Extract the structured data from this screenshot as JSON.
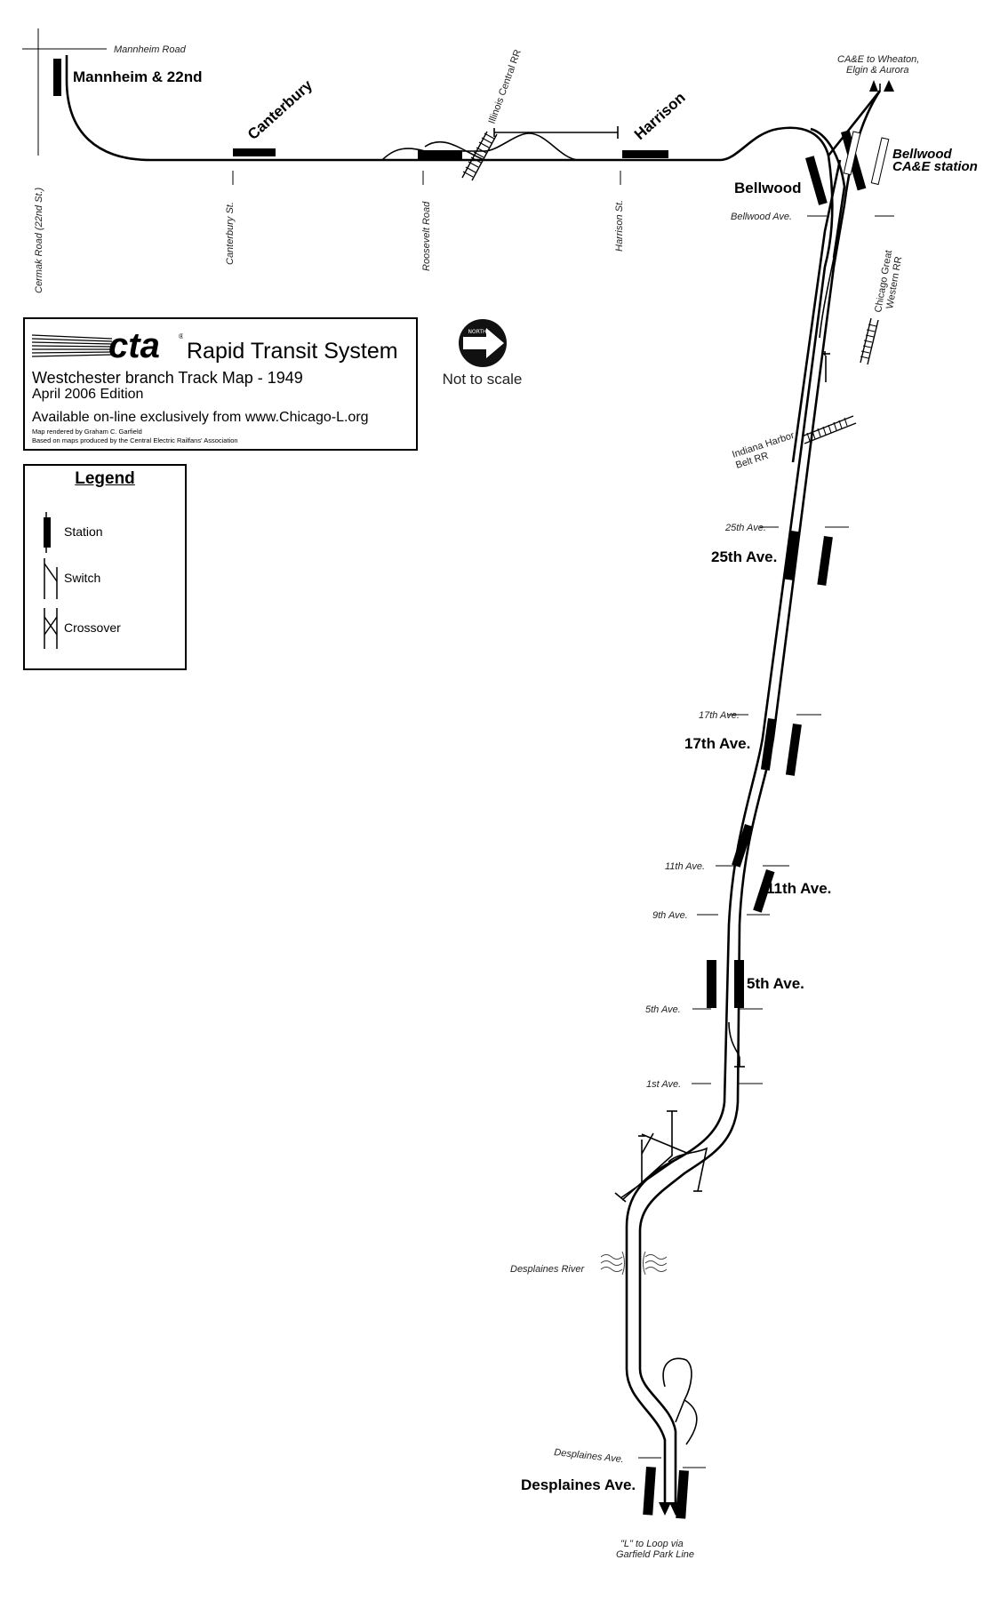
{
  "title_box": {
    "logo_text": "cta",
    "logo_reg": "®",
    "system": "Rapid Transit System",
    "subtitle": "Westchester branch Track Map - 1949",
    "edition": "April 2006 Edition",
    "available": "Available on-line exclusively from www.Chicago-L.org",
    "rendered_by": "Map rendered by Graham C. Garfield",
    "based_on": "Based on maps produced by the Central Electric Railfans' Association"
  },
  "compass": {
    "north_label": "NORTH",
    "scale_note": "Not to scale"
  },
  "legend": {
    "title": "Legend",
    "items": [
      {
        "label": "Station"
      },
      {
        "label": "Switch"
      },
      {
        "label": "Crossover"
      }
    ]
  },
  "stations": {
    "mannheim": "Mannheim & 22nd",
    "canterbury": "Canterbury",
    "harrison": "Harrison",
    "bellwood": "Bellwood",
    "bellwood_cae_1": "Bellwood",
    "bellwood_cae_2": "CA&E station",
    "ave25": "25th Ave.",
    "ave17": "17th Ave.",
    "ave11": "11th Ave.",
    "ave5": "5th Ave.",
    "desplaines": "Desplaines Ave."
  },
  "streets": {
    "mannheim_road": "Mannheim  Road",
    "cermak_road": "Cermak  Road  (22nd  St.)",
    "canterbury_st": "Canterbury  St.",
    "roosevelt_road": "Roosevelt  Road",
    "harrison_st": "Harrison  St.",
    "bellwood_ave": "Bellwood  Ave.",
    "ave25": "25th  Ave.",
    "ave17": "17th  Ave.",
    "ave11": "11th  Ave.",
    "ave9": "9th  Ave.",
    "ave5": "5th  Ave.",
    "ave1": "1st  Ave.",
    "desplaines_river": "Desplaines  River",
    "desplaines_ave": "Desplaines  Ave."
  },
  "railroads": {
    "illinois_central": "Illinois Central RR",
    "cgw_1": "Chicago Great",
    "cgw_2": "Western RR",
    "ihb_1": "Indiana Harbor",
    "ihb_2": "Belt RR"
  },
  "destinations": {
    "cae_1": "CA&E  to  Wheaton,",
    "cae_2": "Elgin  &  Aurora",
    "loop_1": "\"L\"  to  Loop  via",
    "loop_2": "Garfield  Park  Line"
  }
}
